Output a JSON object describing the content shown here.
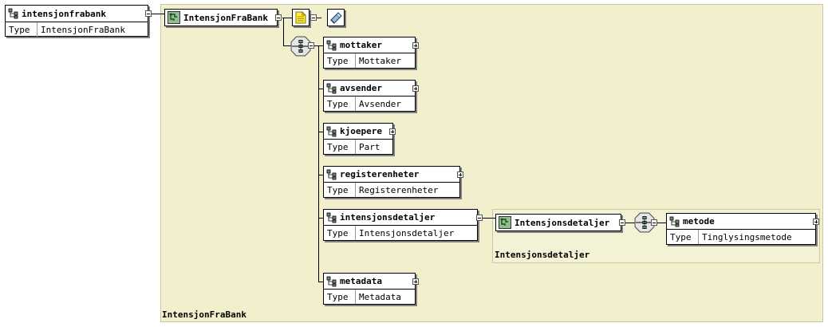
{
  "root_element": {
    "name": "intensjonfrabank",
    "type_key": "Type",
    "type_value": "IntensjonFraBank"
  },
  "complex_type": {
    "name": "IntensjonFraBank",
    "panel_label": "IntensjonFraBank"
  },
  "children": [
    {
      "name": "mottaker",
      "type_key": "Type",
      "type_value": "Mottaker"
    },
    {
      "name": "avsender",
      "type_key": "Type",
      "type_value": "Avsender"
    },
    {
      "name": "kjoepere",
      "type_key": "Type",
      "type_value": "Part"
    },
    {
      "name": "registerenheter",
      "type_key": "Type",
      "type_value": "Registerenheter"
    },
    {
      "name": "intensjonsdetaljer",
      "type_key": "Type",
      "type_value": "Intensjonsdetaljer"
    },
    {
      "name": "metadata",
      "type_key": "Type",
      "type_value": "Metadata"
    }
  ],
  "nested_type": {
    "name": "Intensjonsdetaljer",
    "panel_label": "Intensjonsdetaljer"
  },
  "nested_child": {
    "name": "metode",
    "type_key": "Type",
    "type_value": "Tinglysingsmetode"
  },
  "icons": {
    "element": "element-icon",
    "complex_type": "complex-type-icon",
    "annotation": "annotation-icon",
    "assertion": "assertion-icon",
    "sequence": "sequence-compositor-icon"
  }
}
